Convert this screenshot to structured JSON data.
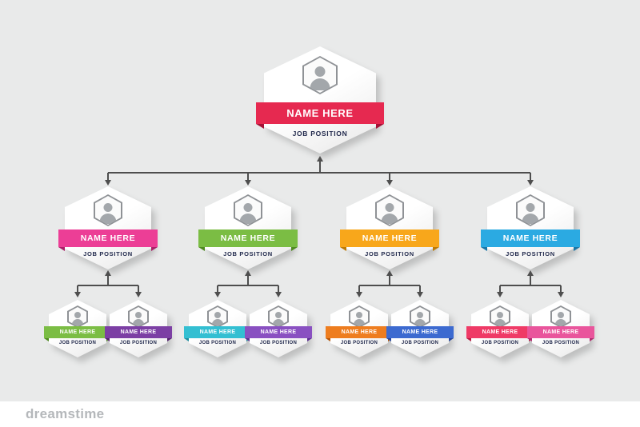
{
  "watermark": {
    "brand": "dreamstime"
  },
  "nodes": {
    "root": {
      "name": "NAME HERE",
      "position": "JOB POSITION",
      "ribbon": "#e62950",
      "fold": "#a31236"
    },
    "l2": [
      {
        "name": "NAME HERE",
        "position": "JOB POSITION",
        "ribbon": "#ec3e96",
        "fold": "#aa1f68"
      },
      {
        "name": "NAME HERE",
        "position": "JOB POSITION",
        "ribbon": "#7bbd44",
        "fold": "#4f8a21"
      },
      {
        "name": "NAME HERE",
        "position": "JOB POSITION",
        "ribbon": "#f8a71b",
        "fold": "#bd7a05"
      },
      {
        "name": "NAME HERE",
        "position": "JOB POSITION",
        "ribbon": "#2baae2",
        "fold": "#1a77a8"
      }
    ],
    "l3": [
      {
        "name": "NAME HERE",
        "position": "JOB POSITION",
        "ribbon": "#7bbd44",
        "fold": "#4f8a21"
      },
      {
        "name": "NAME HERE",
        "position": "JOB POSITION",
        "ribbon": "#7c3fa4",
        "fold": "#55246f"
      },
      {
        "name": "NAME HERE",
        "position": "JOB POSITION",
        "ribbon": "#33bfd2",
        "fold": "#1f8d9e"
      },
      {
        "name": "NAME HERE",
        "position": "JOB POSITION",
        "ribbon": "#8950c1",
        "fold": "#5d2f93"
      },
      {
        "name": "NAME HERE",
        "position": "JOB POSITION",
        "ribbon": "#ee7d1f",
        "fold": "#b5560a"
      },
      {
        "name": "NAME HERE",
        "position": "JOB POSITION",
        "ribbon": "#3c6ad0",
        "fold": "#27479e"
      },
      {
        "name": "NAME HERE",
        "position": "JOB POSITION",
        "ribbon": "#ef3a66",
        "fold": "#b51c42"
      },
      {
        "name": "NAME HERE",
        "position": "JOB POSITION",
        "ribbon": "#e9559c",
        "fold": "#b22c71"
      }
    ]
  }
}
